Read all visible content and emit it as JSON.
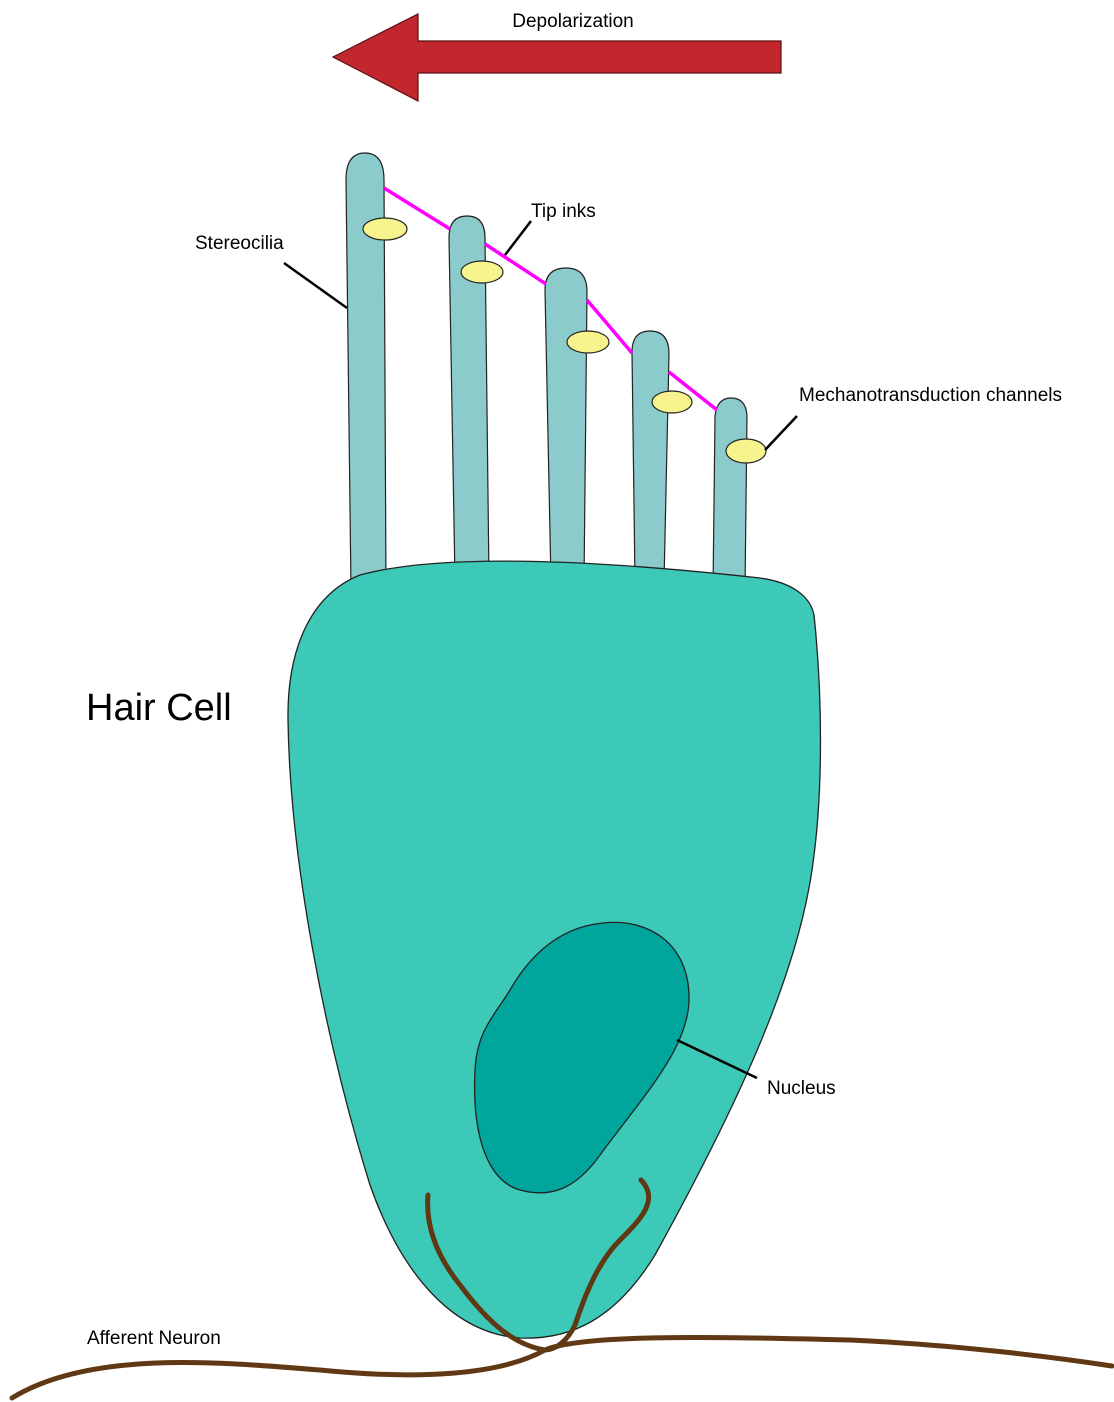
{
  "labels": {
    "depolarization": "Depolarization",
    "tip_links": "Tip inks",
    "stereocilia": "Stereocilia",
    "mechanotransduction_channels": "Mechanotransduction channels",
    "hair_cell": "Hair Cell",
    "nucleus": "Nucleus",
    "afferent_neuron": "Afferent Neuron"
  },
  "colors": {
    "arrow": "#c1272d",
    "cell_body": "#3cc9b7",
    "stereocilia": "#8ccbcb",
    "channel": "#f7f48e",
    "tip_link": "#ff00ff",
    "nucleus": "#00a69c",
    "neuron": "#603813",
    "outline": "#222222"
  }
}
